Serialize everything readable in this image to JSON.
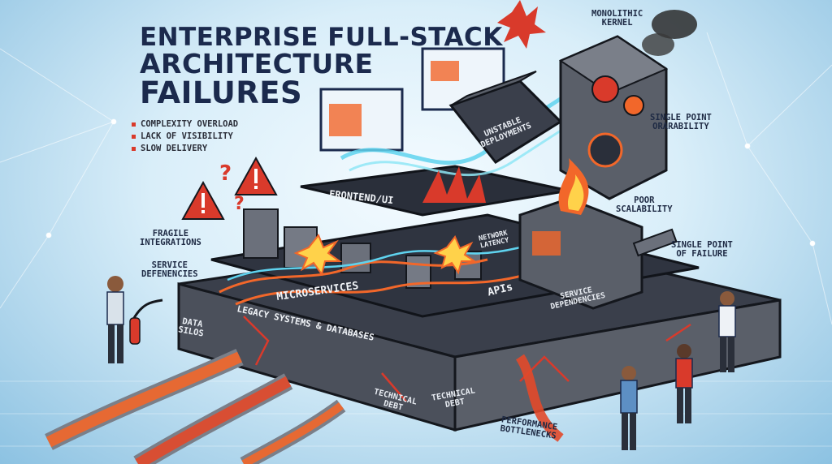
{
  "title": {
    "line1": "ENTERPRISE FULL-STACK",
    "line2": "ARCHITECTURE",
    "line3": "FAILURES"
  },
  "bullets": [
    "COMPLEXITY OVERLOAD",
    "LACK OF VISIBILITY",
    "SLOW DELIVERY"
  ],
  "layers": {
    "frontend": "FRONTEND/UI",
    "microservices": "MICROSERVICES",
    "apis": "APIs",
    "legacy": "LEGACY SYSTEMS & DATABASES"
  },
  "callouts": {
    "unstable_deployments": "UNSTABLE\nDEPLOYMENTS",
    "monolithic_kernel": "MONOLITHIC\nKERNEL",
    "single_point_orarability": "SINGLE POINT\nORARABILITY",
    "poor_scalability": "POOR\nSCALABILITY",
    "single_point_failure": "SINGLE POINT\nOF FAILURE",
    "fragile_integrations": "FRAGILE\nINTEGRATIONS",
    "service_defenencies": "SERVICE\nDEFENENCIES",
    "network_latency": "NETWORK\nLATENCY",
    "service_dependencies": "SERVICE\nDEPENDENCIES",
    "data_silos": "DATA\nSILOS",
    "technical_debt_1": "TECHNICAL\nDEBT",
    "technical_debt_2": "TECHNICAL\nDEBT",
    "performance_bottlenecks": "PERFORMANCE\nBOTTLENECKS"
  },
  "colors": {
    "navy": "#1b2a4d",
    "alert_red": "#d93a2b",
    "lava": "#f2672a",
    "stream_cyan": "#5fd3ef",
    "platform_dark": "#2f3440"
  }
}
